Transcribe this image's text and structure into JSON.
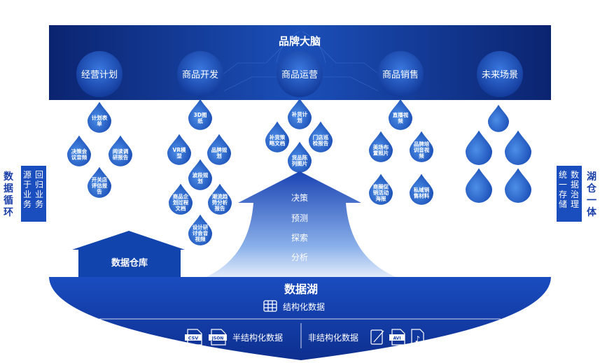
{
  "brain": {
    "title": "品牌大脑",
    "nodes": [
      "经营计划",
      "商品开发",
      "商品运营",
      "商品销售",
      "未来场景"
    ]
  },
  "left_side": {
    "title": "数据循环",
    "box": [
      "源于业务",
      "回归业务"
    ]
  },
  "right_side": {
    "title": "湖仓一体",
    "box": [
      "统一存储",
      "数据治理"
    ]
  },
  "drop_groups": {
    "plan": [
      "计划表单",
      "决策会议音频",
      "阅读调研报告",
      "开关店评估报告"
    ],
    "dev": [
      "3D图纸",
      "VR模型",
      "品牌规划",
      "波段规划",
      "商品企划过程文档",
      "潮流趋势分析报告",
      "设计研讨会音视频"
    ],
    "ops": [
      "补货计划",
      "补货策略文档",
      "门店巡检报告",
      "货品陈列图片"
    ],
    "sales": [
      "直播视频",
      "美场布置照片",
      "品牌培训音视频",
      "商圈促销活动海报",
      "私域销售材料"
    ]
  },
  "arrow": {
    "labels": [
      "决策",
      "预测",
      "探索",
      "分析"
    ]
  },
  "warehouse": {
    "label": "数据仓库"
  },
  "lake": {
    "title": "数据湖",
    "structured": "结构化数据",
    "semi": "半结构化数据",
    "unstructured": "非结构化数据",
    "csv_label": "CSV",
    "json_label": "JSON",
    "avi_label": "AVI"
  },
  "colors": {
    "brain_bg": "#0a2a80",
    "drop_blue": "#1d5fc4",
    "lake_blue": "#123da8",
    "side_blue": "#1a4dbd"
  }
}
